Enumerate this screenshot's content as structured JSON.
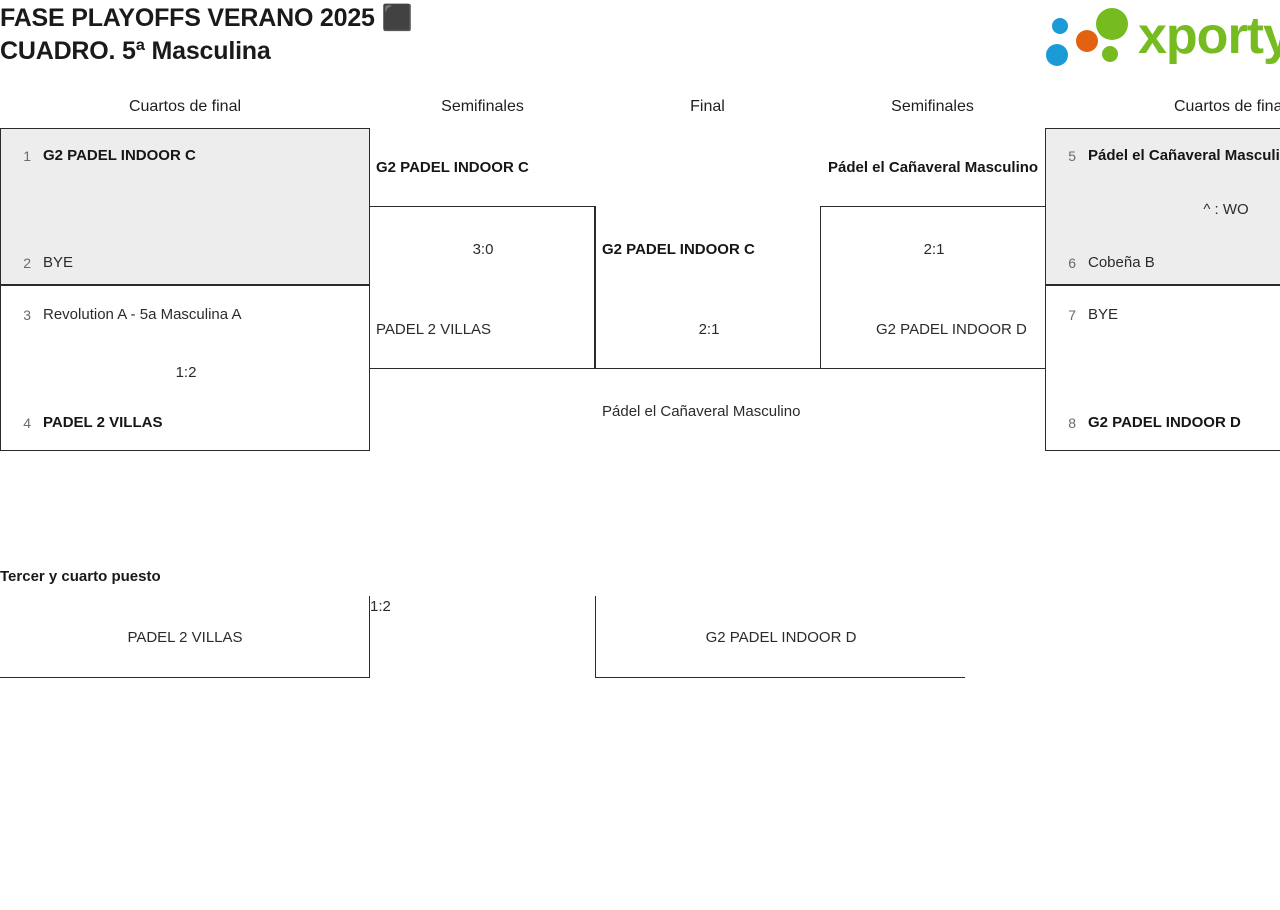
{
  "header": {
    "title_line1": "FASE PLAYOFFS VERANO 2025 ⬛",
    "title_line2": "CUADRO. 5ª Masculina",
    "title": "FASE PLAYOFFS VERANO 2025 ⬛\nCUADRO. 5ª Masculina",
    "logo_text": "xporty",
    "logo_colors": {
      "green": "#76bc21",
      "blue": "#1b9ad6",
      "orange": "#e3620f"
    }
  },
  "rounds": {
    "left_quarters": "Cuartos de final",
    "left_semis": "Semifinales",
    "final": "Final",
    "right_semis": "Semifinales",
    "right_quarters": "Cuartos de final"
  },
  "bracket": {
    "left_quarterfinals": [
      {
        "seeds": [
          "1",
          "2"
        ],
        "teams": [
          "G2 PADEL INDOOR C",
          "BYE"
        ],
        "winner_index": 0,
        "score": "",
        "shaded": true
      },
      {
        "seeds": [
          "3",
          "4"
        ],
        "teams": [
          "Revolution A - 5a Masculina A",
          "PADEL 2 VILLAS"
        ],
        "winner_index": 1,
        "score": "1:2",
        "shaded": false
      }
    ],
    "right_quarterfinals": [
      {
        "seeds": [
          "5",
          "6"
        ],
        "teams": [
          "Pádel el Cañaveral Masculino",
          "Cobeña B"
        ],
        "winner_index": 0,
        "score": "^ : WO",
        "shaded": true
      },
      {
        "seeds": [
          "7",
          "8"
        ],
        "teams": [
          "BYE",
          "G2 PADEL INDOOR D"
        ],
        "winner_index": 1,
        "score": "",
        "shaded": false
      }
    ],
    "left_semifinal": {
      "top_team": "G2 PADEL INDOOR C",
      "bottom_team": "PADEL 2 VILLAS",
      "winner_index": 0,
      "score": "3:0"
    },
    "right_semifinal": {
      "top_team": "Pádel el Cañaveral Masculino",
      "bottom_team": "G2 PADEL INDOOR D",
      "winner_index": 0,
      "score": "2:1"
    },
    "final": {
      "top_team": "G2 PADEL INDOOR C",
      "bottom_team": "Pádel el Cañaveral Masculino",
      "winner_index": 0,
      "score": "2:1"
    }
  },
  "third_place": {
    "title": "Tercer y cuarto puesto",
    "left_team": "PADEL 2 VILLAS",
    "right_team": "G2 PADEL INDOOR D",
    "score": "1:2"
  }
}
